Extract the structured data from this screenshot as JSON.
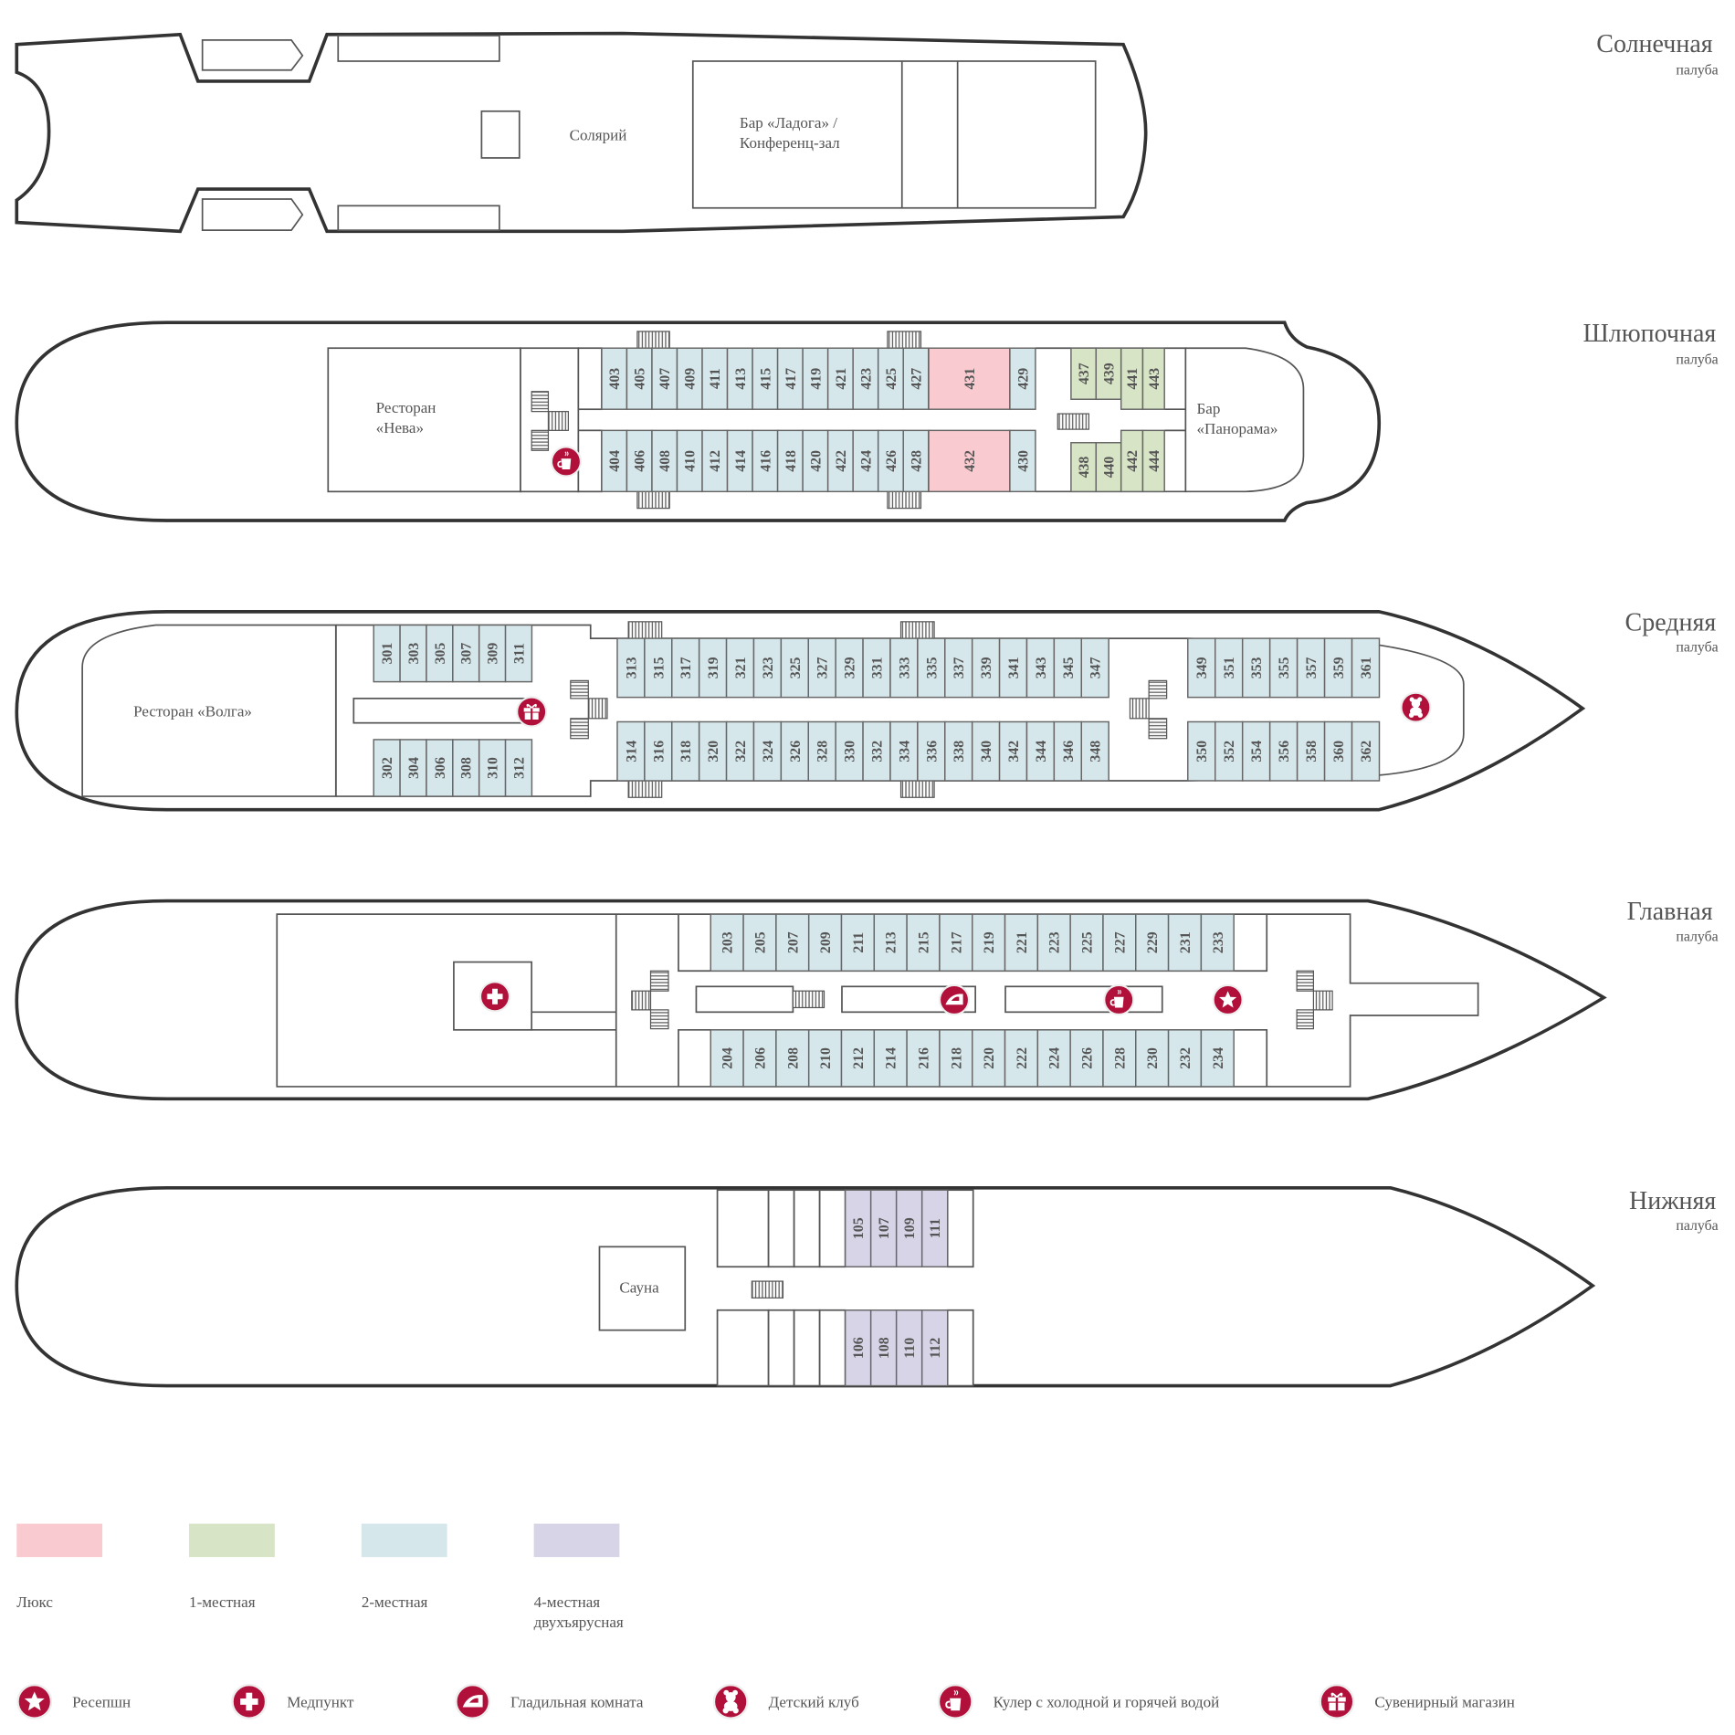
{
  "decks": {
    "sun": {
      "title": "Солнечная",
      "subtitle": "палуба",
      "solarium": "Солярий",
      "bar_line1": "Бар «Ладога» /",
      "bar_line2": "Конференц-зал"
    },
    "boat": {
      "title": "Шлюпочная",
      "subtitle": "палуба",
      "restaurant_line1": "Ресторан",
      "restaurant_line2": "«Нева»",
      "bar_line1": "Бар",
      "bar_line2": "«Панорама»"
    },
    "middle": {
      "title": "Средняя",
      "subtitle": "палуба",
      "restaurant": "Ресторан «Волга»"
    },
    "main": {
      "title": "Главная",
      "subtitle": "палуба"
    },
    "lower": {
      "title": "Нижняя",
      "subtitle": "палуба",
      "sauna": "Сауна"
    }
  },
  "colors": {
    "lux": "#f9cbd0",
    "single": "#d8e4c6",
    "double": "#d6e7ec",
    "quad": "#d8d4e8",
    "icon": "#b0103a"
  },
  "cabin_rows": {
    "boat_top": {
      "type": "double",
      "numbers": [
        "403",
        "405",
        "407",
        "409",
        "411",
        "413",
        "415",
        "417",
        "419",
        "421",
        "423",
        "425",
        "427"
      ]
    },
    "boat_top_lux": {
      "type": "lux",
      "numbers": [
        "431"
      ]
    },
    "boat_top_end": {
      "type": "double",
      "numbers": [
        "429"
      ]
    },
    "boat_top_single_a": {
      "type": "single",
      "numbers": [
        "437",
        "439"
      ]
    },
    "boat_top_single_b": {
      "type": "single",
      "numbers": [
        "441",
        "443"
      ]
    },
    "boat_bot": {
      "type": "double",
      "numbers": [
        "404",
        "406",
        "408",
        "410",
        "412",
        "414",
        "416",
        "418",
        "420",
        "422",
        "424",
        "426",
        "428"
      ]
    },
    "boat_bot_lux": {
      "type": "lux",
      "numbers": [
        "432"
      ]
    },
    "boat_bot_end": {
      "type": "double",
      "numbers": [
        "430"
      ]
    },
    "boat_bot_single_a": {
      "type": "single",
      "numbers": [
        "438",
        "440"
      ]
    },
    "boat_bot_single_b": {
      "type": "single",
      "numbers": [
        "442",
        "444"
      ]
    },
    "mid_fwd_top": {
      "type": "double",
      "numbers": [
        "301",
        "303",
        "305",
        "307",
        "309",
        "311"
      ]
    },
    "mid_fwd_bot": {
      "type": "double",
      "numbers": [
        "302",
        "304",
        "306",
        "308",
        "310",
        "312"
      ]
    },
    "mid_top": {
      "type": "double",
      "numbers": [
        "313",
        "315",
        "317",
        "319",
        "321",
        "323",
        "325",
        "327",
        "329",
        "331",
        "333",
        "335",
        "337",
        "339",
        "341",
        "343",
        "345",
        "347"
      ]
    },
    "mid_bot": {
      "type": "double",
      "numbers": [
        "314",
        "316",
        "318",
        "320",
        "322",
        "324",
        "326",
        "328",
        "330",
        "332",
        "334",
        "336",
        "338",
        "340",
        "342",
        "344",
        "346",
        "348"
      ]
    },
    "mid_aft_top": {
      "type": "double",
      "numbers": [
        "349",
        "351",
        "353",
        "355",
        "357",
        "359",
        "361"
      ]
    },
    "mid_aft_bot": {
      "type": "double",
      "numbers": [
        "350",
        "352",
        "354",
        "356",
        "358",
        "360",
        "362"
      ]
    },
    "main_top": {
      "type": "double",
      "numbers": [
        "203",
        "205",
        "207",
        "209",
        "211",
        "213",
        "215",
        "217",
        "219",
        "221",
        "223",
        "225",
        "227",
        "229",
        "231",
        "233"
      ]
    },
    "main_bot": {
      "type": "double",
      "numbers": [
        "204",
        "206",
        "208",
        "210",
        "212",
        "214",
        "216",
        "218",
        "220",
        "222",
        "224",
        "226",
        "228",
        "230",
        "232",
        "234"
      ]
    },
    "low_top": {
      "type": "quad",
      "numbers": [
        "105",
        "107",
        "109",
        "111"
      ]
    },
    "low_bot": {
      "type": "quad",
      "numbers": [
        "106",
        "108",
        "110",
        "112"
      ]
    }
  },
  "legend": {
    "cabin_types": [
      {
        "key": "lux",
        "label_line1": "Люкс",
        "label_line2": ""
      },
      {
        "key": "single",
        "label_line1": "1-местная",
        "label_line2": ""
      },
      {
        "key": "double",
        "label_line1": "2-местная",
        "label_line2": ""
      },
      {
        "key": "quad",
        "label_line1": "4-местная",
        "label_line2": "двухъярусная"
      }
    ],
    "services": [
      {
        "icon": "star-icon",
        "label": "Ресепшн"
      },
      {
        "icon": "medical-cross-icon",
        "label": "Медпункт"
      },
      {
        "icon": "iron-icon",
        "label": "Гладильная комната"
      },
      {
        "icon": "teddy-bear-icon",
        "label": "Детский клуб"
      },
      {
        "icon": "coffee-cup-icon",
        "label": "Кулер с холодной и горячей водой"
      },
      {
        "icon": "gift-icon",
        "label": "Сувенирный магазин"
      }
    ]
  }
}
